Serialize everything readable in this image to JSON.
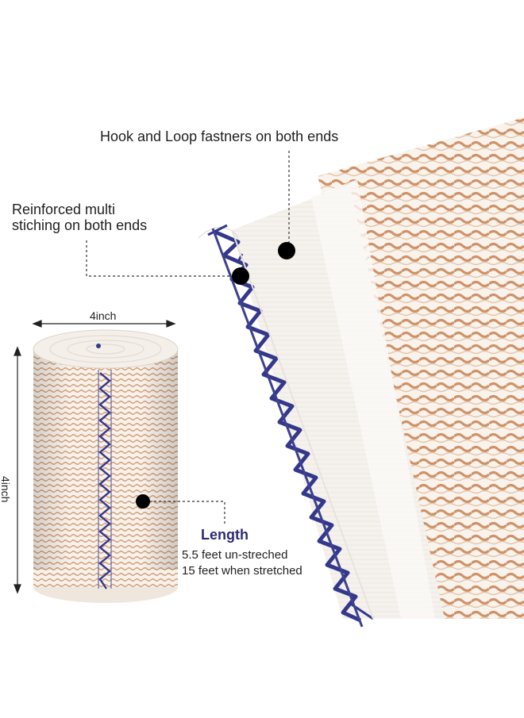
{
  "callouts": {
    "fasteners": "Hook and Loop fastners on both ends",
    "stitching_line1": "Reinforced multi",
    "stitching_line2": "stiching on both ends"
  },
  "dimensions": {
    "width": "4inch",
    "height": "4inch"
  },
  "length": {
    "title": "Length",
    "unstretched": "5.5 feet un-streched",
    "stretched": "15 feet when stretched"
  },
  "colors": {
    "stitch_blue": "#34388c",
    "weave_tan": "#c98b62",
    "fabric_white": "#f6f2ec",
    "length_title": "#2b2d72"
  }
}
